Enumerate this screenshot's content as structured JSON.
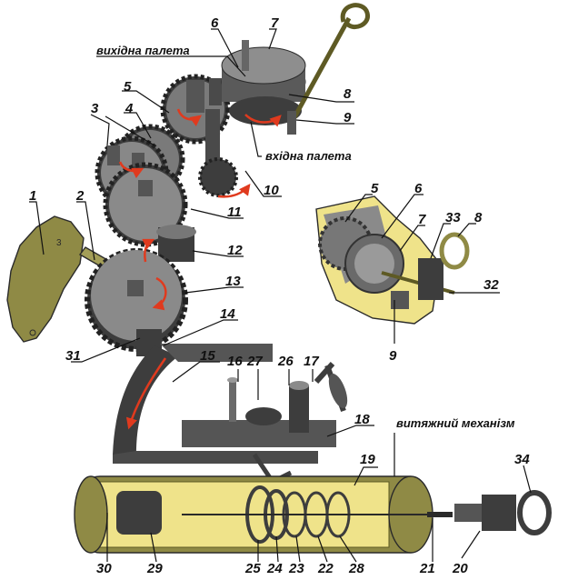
{
  "labels": {
    "n1": "1",
    "n2": "2",
    "n3": "3",
    "n4": "4",
    "n5a": "5",
    "n6a": "6",
    "n7a": "7",
    "n8a": "8",
    "n9a": "9",
    "n10": "10",
    "n11": "11",
    "n12": "12",
    "n13": "13",
    "n14": "14",
    "n15": "15",
    "n16": "16",
    "n17": "17",
    "n18": "18",
    "n19": "19",
    "n20": "20",
    "n21": "21",
    "n22": "22",
    "n23": "23",
    "n24": "24",
    "n25": "25",
    "n26": "26",
    "n27": "27",
    "n28": "28",
    "n29": "29",
    "n30": "30",
    "n31": "31",
    "n5b": "5",
    "n6b": "6",
    "n7b": "7",
    "n33": "33",
    "n8b": "8",
    "n32": "32",
    "n9b": "9",
    "n34": "34"
  },
  "captions": {
    "exit_pallet": "вихідна палета",
    "entry_pallet": "вхідна палета",
    "pull_mechanism": "витяжний механізм"
  },
  "colors": {
    "olive": "#8f8a45",
    "olive_dark": "#5e5a24",
    "gear": "#3d3d3d",
    "gear_light": "#8a8a8a",
    "yellow": "#efe38a",
    "arrow": "#e03a1e"
  }
}
